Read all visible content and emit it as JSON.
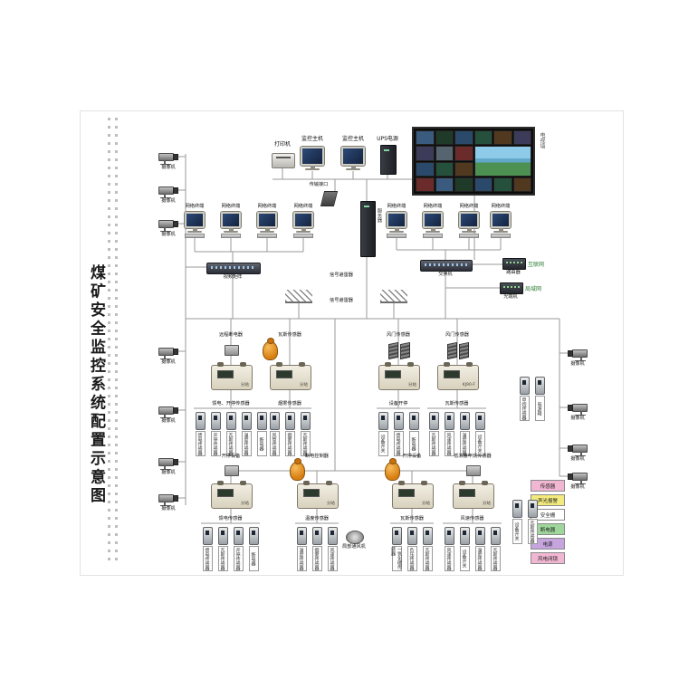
{
  "title": "煤矿安全监控系统配置示意图",
  "top": {
    "printer": "打印机",
    "host1": "监控主机",
    "host2": "监控主机",
    "ups": "UPS电源",
    "tv_wall": "电视墙",
    "transmission": "传输接口",
    "server": "服务器"
  },
  "terminals": {
    "left": [
      "网络终端",
      "网络终端",
      "网络终端",
      "网络终端"
    ],
    "right": [
      "网络终端",
      "网络终端",
      "网络终端",
      "网络终端"
    ]
  },
  "mid": {
    "matrix": "视频矩阵",
    "switch": "交换机",
    "arrester1": "信号避雷器",
    "arrester2": "信号避雷器",
    "links": [
      {
        "device": "路由器",
        "net": "互联网"
      },
      {
        "device": "光端机",
        "net": "局域网"
      }
    ]
  },
  "cameras": {
    "left_top": [
      "摄像机",
      "摄像机",
      "摄像机"
    ],
    "left_mid": [
      "摄像机",
      "摄像机",
      "摄像机",
      "摄像机"
    ],
    "right": [
      "摄像机",
      "摄像机",
      "摄像机",
      "摄像机"
    ]
  },
  "clusters": [
    {
      "top_label": "远程断电器",
      "top_icon": "device",
      "station": "分站",
      "sensors_label": "馈电、开停传感器",
      "sensors": [
        "馈电传感器",
        "开停传感器",
        "瓦斯传感器",
        "温度传感器",
        "断电器"
      ]
    },
    {
      "top_label": "瓦斯传感器",
      "top_icon": "figure",
      "station": "分站",
      "sensors_label": "烟雾传感器",
      "sensors": [
        "风筒传感器",
        "烟雾传感器",
        "瓦斯传感器"
      ]
    },
    {
      "top_label": "风门传感器",
      "top_icon": "panels",
      "station": "分站",
      "sensors_label": "设备开停",
      "sensors": [
        "设备开关",
        "馈电传感器",
        "断电器"
      ]
    },
    {
      "top_label": "风门传感器",
      "top_icon": "panels",
      "station": "KJ90-F",
      "sensors_label": "瓦斯传感器",
      "sensors": [
        "瓦斯传感器",
        "风速传感器",
        "温度传感器",
        "设备开关"
      ]
    },
    {
      "top_label": "开停设备",
      "top_icon": "device",
      "station": "分站",
      "sensors_label": "馈电传感器",
      "sensors": [
        "馈电传感器",
        "瓦斯传感器",
        "开停传感器",
        "断电器"
      ]
    },
    {
      "top_label": "断电控制器",
      "top_icon": "figure",
      "station": "分站",
      "sensors_label": "温度传感器",
      "sensors": [
        "温度传感器",
        "烟雾传感器",
        "风速传感器"
      ],
      "fan": "局部通风机"
    },
    {
      "top_label": "开停设备",
      "top_icon": "figure",
      "station": "分站",
      "sensors_label": "瓦斯传感器",
      "sensors": [
        "一氧化碳传感器",
        "负压传感器",
        "瓦斯传感器"
      ]
    },
    {
      "top_label": "低浓度甲烷传感器",
      "top_icon": "device",
      "station": "分站",
      "sensors_label": "风速传感器",
      "sensors": [
        "风速传感器",
        "设备开关",
        "温度传感器",
        "瓦斯传感器"
      ]
    }
  ],
  "extras": {
    "right_mid": [
      "甲烷传感器",
      "电源箱"
    ],
    "right_bottom": [
      "设备开关",
      "瓦斯传感器"
    ]
  },
  "legend": [
    {
      "label": "传感器",
      "color": "#f0b6d2"
    },
    {
      "label": "声光报警",
      "color": "#f3ea7d"
    },
    {
      "label": "安全栅",
      "color": "#ffffff"
    },
    {
      "label": "断电器",
      "color": "#9fd69a"
    },
    {
      "label": "电源",
      "color": "#c6a5df"
    },
    {
      "label": "风电闭锁",
      "color": "#f0b6d2"
    }
  ]
}
